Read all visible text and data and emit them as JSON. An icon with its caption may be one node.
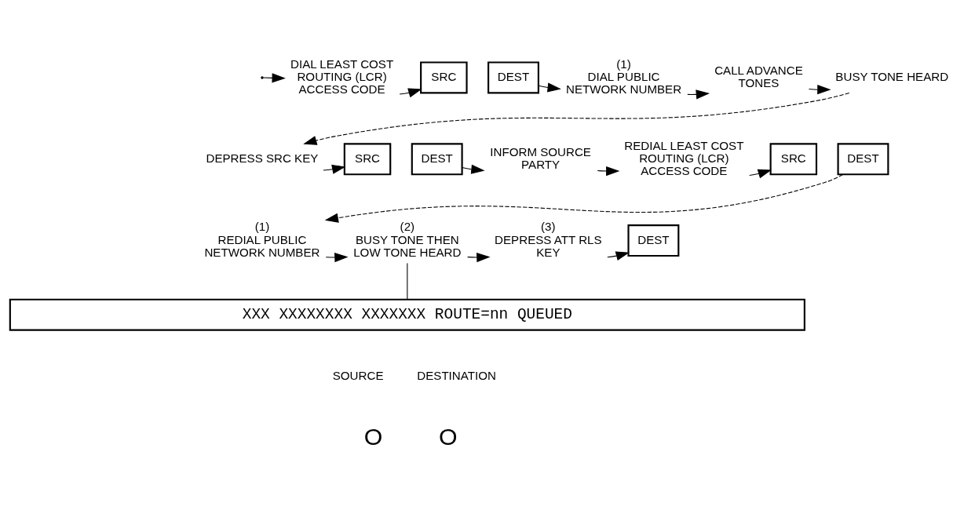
{
  "diagram": {
    "nodes": [
      {
        "text": [
          "DIAL LEAST COST ROUTING (LCR) ACCESS CODE"
        ]
      },
      {
        "text": [
          "SRC"
        ]
      },
      {
        "text": [
          "DEST"
        ]
      },
      {
        "text": [
          "(1)",
          "DIAL PUBLIC NETWORK NUMBER"
        ]
      },
      {
        "text": [
          "CALL ADVANCE TONES"
        ]
      },
      {
        "text": [
          "BUSY TONE HEARD"
        ]
      },
      {
        "text": [
          "DEPRESS SRC KEY"
        ]
      },
      {
        "text": [
          "SRC"
        ]
      },
      {
        "text": [
          "DEST"
        ]
      },
      {
        "text": [
          "INFORM SOURCE PARTY"
        ]
      },
      {
        "text": [
          "REDIAL LEAST COST ROUTING (LCR) ACCESS CODE"
        ]
      },
      {
        "text": [
          "SRC"
        ]
      },
      {
        "text": [
          "DEST"
        ]
      },
      {
        "text": [
          "(1)",
          "REDIAL PUBLIC NETWORK NUMBER"
        ]
      },
      {
        "text": [
          "(2)",
          "BUSY TONE THEN LOW TONE HEARD"
        ]
      },
      {
        "text": [
          "(3)",
          "DEPRESS ATT RLS KEY"
        ]
      },
      {
        "text": [
          "DEST"
        ]
      },
      {
        "text": [
          "XXX XXXXXXXX XXXXXXX ROUTE=nn QUEUED"
        ]
      }
    ],
    "edges": [
      {
        "from": null,
        "to": 0,
        "arrow": "to"
      },
      {
        "from": 0,
        "to": 1,
        "arrow": "to"
      },
      {
        "from": 2,
        "to": 3,
        "arrow": "to"
      },
      {
        "from": 3,
        "to": 4,
        "arrow": "to"
      },
      {
        "from": 4,
        "to": 5,
        "arrow": "to"
      },
      {
        "from": 5,
        "to": 6,
        "arrow": "to",
        "style": "dashed"
      },
      {
        "from": 6,
        "to": 7,
        "arrow": "to"
      },
      {
        "from": 8,
        "to": 9,
        "arrow": "to"
      },
      {
        "from": 9,
        "to": 10,
        "arrow": "to"
      },
      {
        "from": 10,
        "to": 11,
        "arrow": "to"
      },
      {
        "from": 12,
        "to": 13,
        "arrow": "to",
        "style": "dashed"
      },
      {
        "from": 13,
        "to": 14,
        "arrow": "to"
      },
      {
        "from": 14,
        "to": 15,
        "arrow": "to"
      },
      {
        "from": 15,
        "to": 16,
        "arrow": "to"
      },
      {
        "from": 14,
        "to": 17,
        "arrow": "none"
      }
    ],
    "labels": [
      "SOURCE",
      "O",
      "DESTINATION",
      "O"
    ]
  }
}
